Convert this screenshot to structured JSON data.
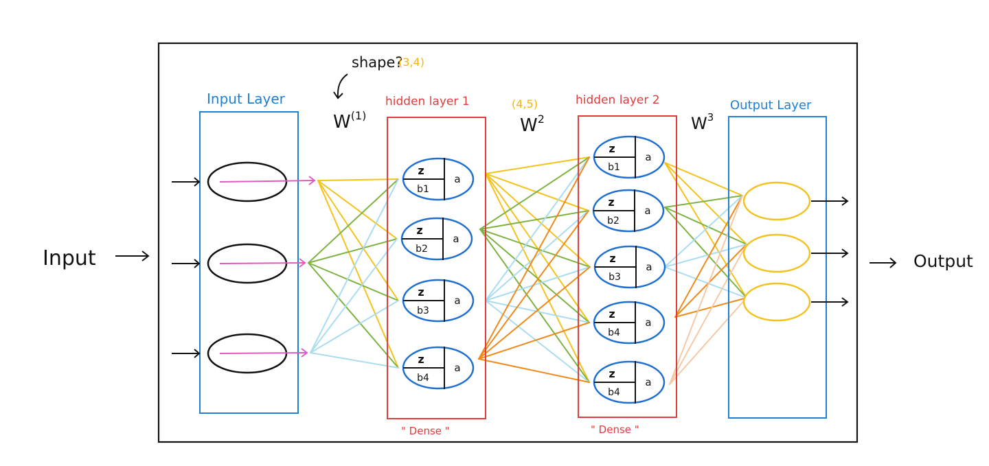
{
  "labels": {
    "input": "Input",
    "output": "Output",
    "shape_note": "shape?",
    "shape_w1": "(3,4)",
    "shape_w2": "(4,5)",
    "w1": "W",
    "w1_sup": "(1)",
    "w2": "W",
    "w2_sup": "2",
    "w3": "W",
    "w3_sup": "3",
    "dense1": "\" Dense \"",
    "dense2": "\" Dense \""
  },
  "layers": [
    {
      "id": "input",
      "title": "Input Layer",
      "color": "#1e7fd6",
      "neurons": 3
    },
    {
      "id": "hidden1",
      "title": "hidden layer 1",
      "color": "#e23b3b",
      "neurons": 4
    },
    {
      "id": "hidden2",
      "title": "hidden layer 2",
      "color": "#e23b3b",
      "neurons": 5
    },
    {
      "id": "output",
      "title": "Output Layer",
      "color": "#1e7fd6",
      "neurons": 3
    }
  ],
  "neuron_text": {
    "z": "z",
    "a": "a",
    "hidden1_bias": [
      "b1",
      "b2",
      "b3",
      "b4"
    ],
    "hidden2_bias": [
      "b1",
      "b2",
      "b3",
      "b4",
      "b4"
    ]
  },
  "colors": {
    "frame": "#111111",
    "annotation_yellow": "#f2b705",
    "neuron_outline_blue": "#1f6fcf",
    "output_neuron_yellow": "#f2c320",
    "input_arrow_pink": "#e05ac2",
    "edge_yellow": "#f4c21a",
    "edge_green": "#7cb342",
    "edge_lightblue": "#a9dcef",
    "edge_orange": "#ef8a1a",
    "edge_peach": "#f6c8a6"
  }
}
